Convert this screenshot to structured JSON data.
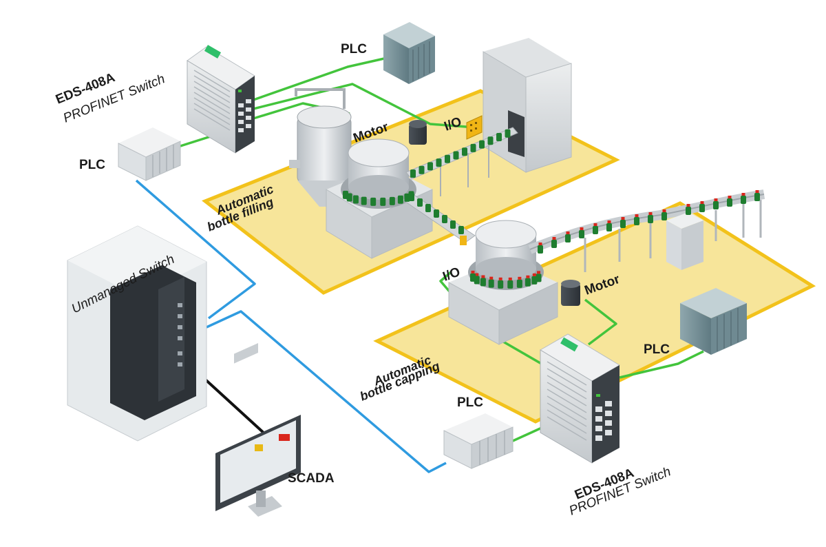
{
  "labels": {
    "plc_top": "PLC",
    "plc_left": "PLC",
    "plc_right": "PLC",
    "plc_bottom": "PLC",
    "eds_top_model": "EDS-408A",
    "eds_top_desc": "PROFINET Switch",
    "eds_bottom_model": "EDS-408A",
    "eds_bottom_desc": "PROFINET Switch",
    "motor_top": "Motor",
    "motor_bottom": "Motor",
    "io_top": "I/O",
    "io_bottom": "I/O",
    "filling_line1": "Automatic",
    "filling_line2": "bottle filling",
    "capping_line1": "Automatic",
    "capping_line2": "bottle capping",
    "unmanaged": "Unmanaged Switch",
    "scada": "SCADA"
  },
  "colors": {
    "profinet_link": "#43c43c",
    "ethernet_link": "#2f9be0",
    "scada_link": "#111111",
    "zone_fill": "#f7e59a",
    "zone_border": "#f2c21b",
    "device_gray": "#d8dcdf",
    "bottle_green": "#1e7d2f",
    "cap_red": "#d9261c"
  }
}
